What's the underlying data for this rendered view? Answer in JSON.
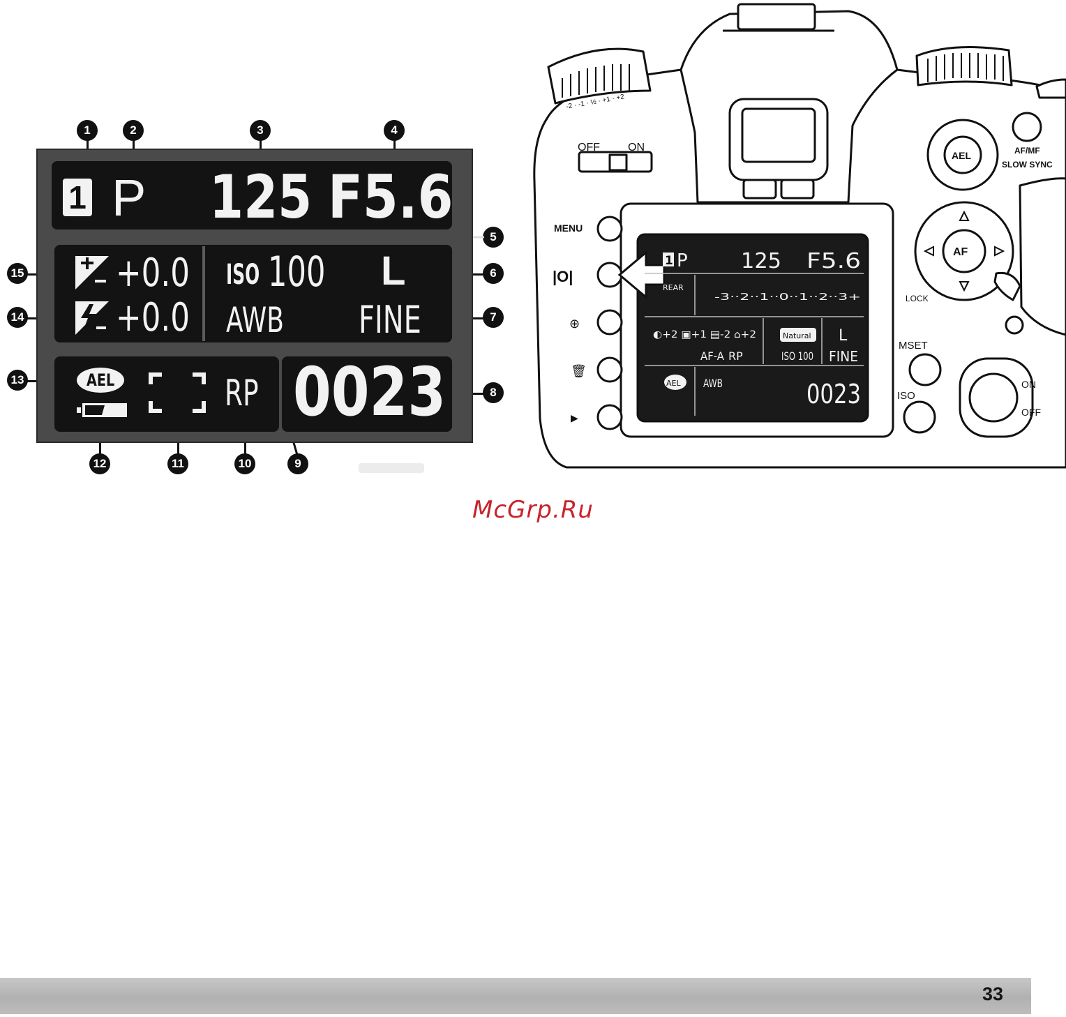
{
  "callouts": [
    "1",
    "2",
    "3",
    "4",
    "5",
    "6",
    "7",
    "8",
    "9",
    "10",
    "11",
    "12",
    "13",
    "14",
    "15"
  ],
  "lcd_large": {
    "frame_number_icon": "1",
    "mode": "P",
    "shutter": "125",
    "aperture": "F5.6",
    "exposure_comp_value": "+0.0",
    "flash_comp_value": "+0.0",
    "iso_prefix": "ISO",
    "iso_value": "100",
    "image_size": "L",
    "white_balance": "AWB",
    "quality": "FINE",
    "ael": "AEL",
    "flash_mode": "RP",
    "frame_counter": "0023"
  },
  "camera": {
    "switch_off": "OFF",
    "switch_on": "ON",
    "ael_button": "AEL",
    "af_mf": "AF/MF",
    "slow_sync": "SLOW SYNC",
    "menu": "MENU",
    "af_button": "AF",
    "lock": "LOCK",
    "mset": "MSET",
    "iso_button": "ISO",
    "stabilizer_on": "ON",
    "stabilizer_off": "OFF",
    "dial_scale": "-2 · -1 · ½ · +1 · +2",
    "small_lcd": {
      "frame": "1",
      "mode": "P",
      "shutter": "125",
      "aperture": "F5.6",
      "flash_rear": "REAR",
      "scale": "-3··2··1··0··1··2··3+",
      "contrast": "+2",
      "saturation": "+1",
      "sharpness": "-2",
      "zone": "+2",
      "af_mode": "AF-A",
      "flash_mode": "RP",
      "creative": "Natural",
      "iso": "ISO 100",
      "size": "L",
      "quality": "FINE",
      "ael": "AEL",
      "wb": "AWB",
      "counter": "0023"
    }
  },
  "watermark": "McGrp.Ru",
  "page_number": "33"
}
